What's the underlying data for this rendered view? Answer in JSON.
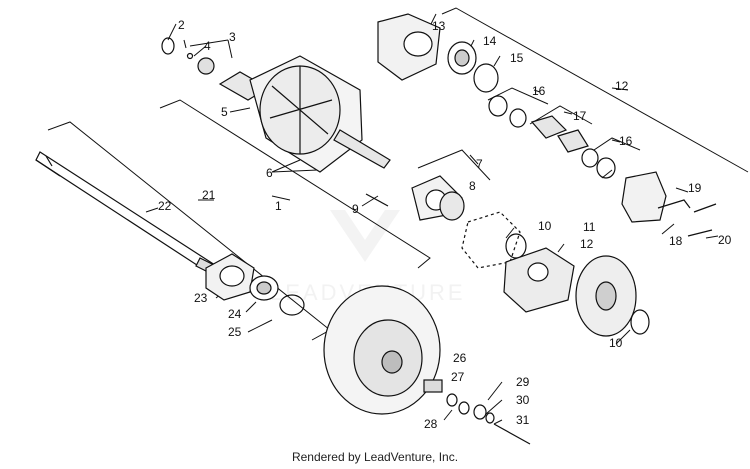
{
  "callouts": [
    "1",
    "2",
    "3",
    "4",
    "5",
    "6",
    "7",
    "8",
    "9",
    "10",
    "10",
    "11",
    "12",
    "12",
    "13",
    "14",
    "15",
    "16",
    "16",
    "17",
    "18",
    "19",
    "20",
    "21",
    "22",
    "23",
    "24",
    "25",
    "26",
    "27",
    "28",
    "29",
    "30",
    "31"
  ],
  "watermark": "LEADVENTURE",
  "footer": "Rendered by LeadVenture, Inc."
}
